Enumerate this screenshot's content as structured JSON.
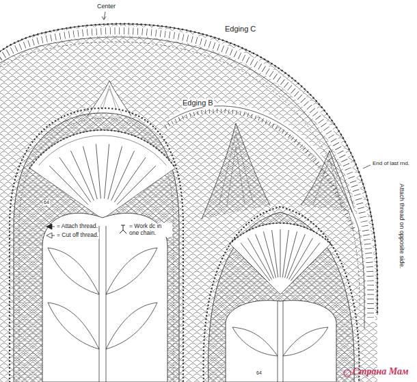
{
  "diagram": {
    "labels": [
      "Center",
      "Edging C",
      "Edging B",
      "End of last rnd.",
      "Attach thread on opposite side.",
      "64",
      "64",
      "Страна Мам"
    ],
    "legend": [
      {
        "text": "= Attach thread."
      },
      {
        "text": "= Cut off thread."
      },
      {
        "text": "= Work dc in one chain."
      }
    ]
  }
}
